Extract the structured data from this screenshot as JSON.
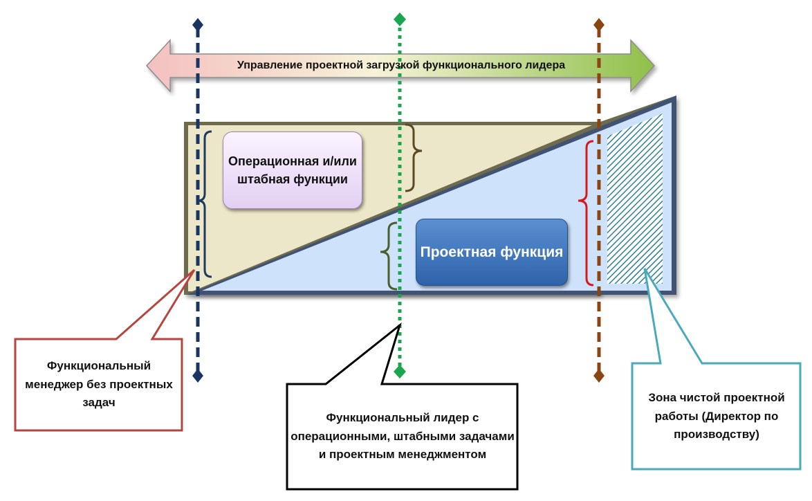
{
  "header_arrow": {
    "label": "Управление проектной загрузкой функционального лидера"
  },
  "zones": {
    "operational_label": "Операционная и/или штабная функции",
    "project_label": "Проектная функция"
  },
  "callouts": {
    "left": "Функциональный менеджер без проектных задач",
    "middle": "Функциональный лидер с операционными, штабными задачами и проектным менеджментом",
    "right": "Зона чистой проектной работы (Директор по производству)"
  },
  "colors": {
    "line_left": "#1a3560",
    "line_middle": "#1aa64f",
    "line_right": "#8b4513",
    "operational_fill": "#ece7c8",
    "project_fill": "#cfe2fb",
    "callout_left_border": "#b5463f",
    "callout_middle_border": "#000000",
    "callout_right_border": "#4aaabb"
  }
}
